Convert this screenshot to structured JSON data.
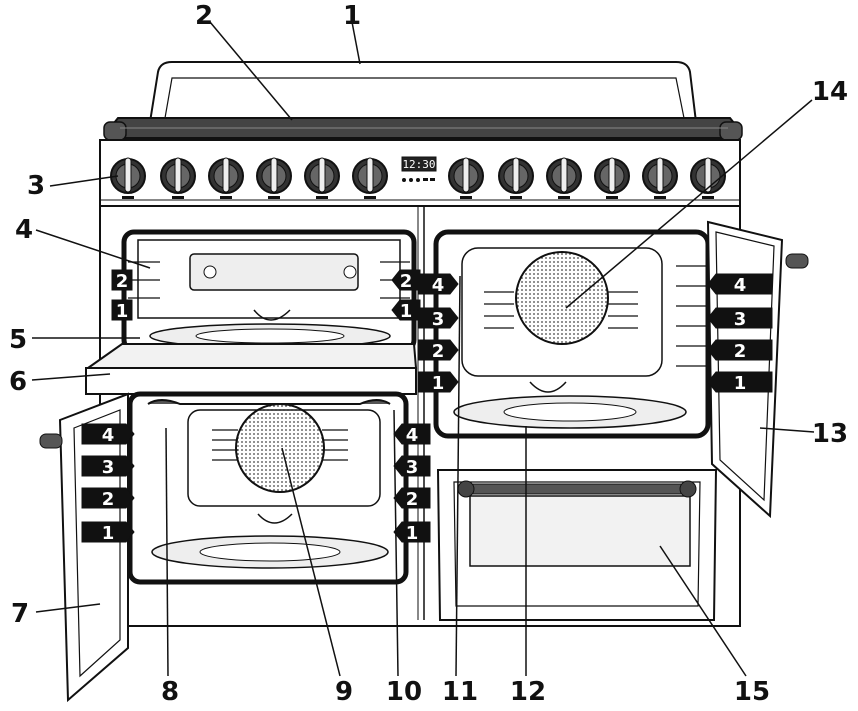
{
  "diagram": {
    "callouts": [
      "1",
      "2",
      "3",
      "4",
      "5",
      "6",
      "7",
      "8",
      "9",
      "10",
      "11",
      "12",
      "13",
      "14",
      "15"
    ],
    "clock_display": "12:30",
    "shelf_levels_left_upper": [
      "2",
      "1"
    ],
    "shelf_levels_left_lower": [
      "4",
      "3",
      "2",
      "1"
    ],
    "shelf_levels_right": [
      "4",
      "3",
      "2",
      "1"
    ]
  },
  "colors": {
    "line": "#111111",
    "fill": "#ffffff",
    "shade": "#d9d9d9",
    "dark": "#333333"
  }
}
